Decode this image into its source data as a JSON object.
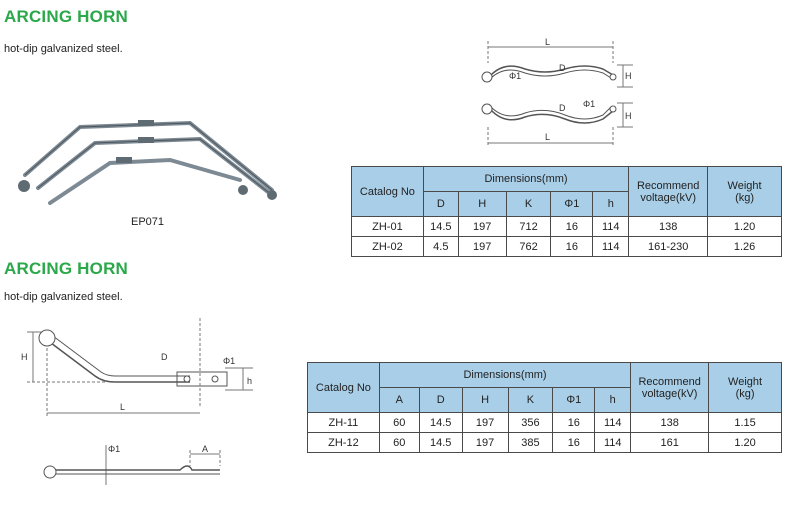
{
  "section1": {
    "title": "ARCING HORN",
    "subtitle": "hot-dip galvanized steel.",
    "caption": "EP071",
    "dims": {
      "L": "L",
      "D": "D",
      "phi": "Φ1",
      "H": "H"
    },
    "table": {
      "catalog_label": "Catalog No",
      "dimensions_label": "Dimensions(mm)",
      "recommend_label1": "Recommend",
      "recommend_label2": "voltage(kV)",
      "weight_label1": "Weight",
      "weight_label2": "(kg)",
      "columns": [
        "D",
        "H",
        "K",
        "Φ1",
        "h"
      ],
      "rows": [
        {
          "catalog": "ZH-01",
          "values": [
            "14.5",
            "197",
            "712",
            "16",
            "114"
          ],
          "voltage": "138",
          "weight": "1.20"
        },
        {
          "catalog": "ZH-02",
          "values": [
            "4.5",
            "197",
            "762",
            "16",
            "114"
          ],
          "voltage": "161-230",
          "weight": "1.26"
        }
      ]
    }
  },
  "section2": {
    "title": "ARCING HORN",
    "subtitle": "hot-dip galvanized steel.",
    "dims": {
      "H": "H",
      "D": "D",
      "phi": "Φ1",
      "h": "h",
      "L": "L",
      "A": "A"
    },
    "table": {
      "catalog_label": "Catalog No",
      "dimensions_label": "Dimensions(mm)",
      "recommend_label1": "Recommend",
      "recommend_label2": "voltage(kV)",
      "weight_label1": "Weight",
      "weight_label2": "(kg)",
      "columns": [
        "A",
        "D",
        "H",
        "K",
        "Φ1",
        "h"
      ],
      "rows": [
        {
          "catalog": "ZH-11",
          "values": [
            "60",
            "14.5",
            "197",
            "356",
            "16",
            "114"
          ],
          "voltage": "138",
          "weight": "1.15"
        },
        {
          "catalog": "ZH-12",
          "values": [
            "60",
            "14.5",
            "197",
            "385",
            "16",
            "114"
          ],
          "voltage": "161",
          "weight": "1.20"
        }
      ]
    }
  }
}
